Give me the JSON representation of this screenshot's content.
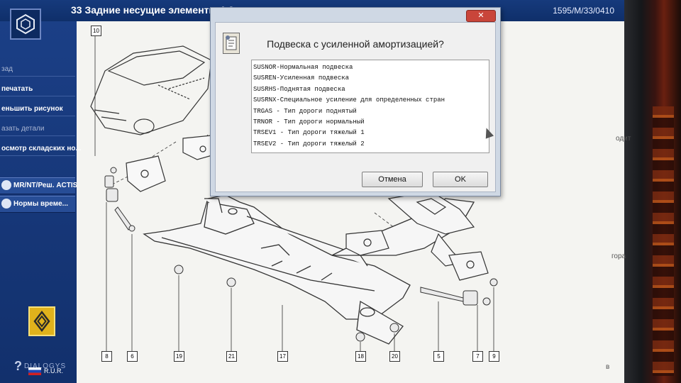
{
  "window": {
    "title": "33 Задние несущие элементы 1.2",
    "document_code": "1595/M/33/0410"
  },
  "sidebar": {
    "items": [
      {
        "label": "зад",
        "dim": true
      },
      {
        "label": "печатать",
        "dim": false
      },
      {
        "label": "еньшить рисунок",
        "dim": false
      },
      {
        "label": "азать детали",
        "dim": true
      },
      {
        "label": "осмотр складских но...",
        "dim": false
      }
    ],
    "buttons": [
      {
        "label": "MR/NT/Реш. ACTIS"
      },
      {
        "label": "Нормы време..."
      }
    ],
    "brand_text": "DIALOGYS",
    "language": "R.U.R."
  },
  "diagram": {
    "callouts": [
      "10",
      "8",
      "6",
      "19",
      "21",
      "17",
      "18",
      "20",
      "5",
      "7",
      "9"
    ]
  },
  "right_panel": {
    "fragment_1": "одит",
    "fragment_2": "гора",
    "fragment_3": "в"
  },
  "dialog": {
    "close_label": "✕",
    "title": "Подвеска с усиленной амортизацией?",
    "options": [
      "SUSNOR-Нормальная подвеска",
      "SUSREN-Усиленная подвеска",
      "SUSRHS-Поднятая подвеска",
      "SUSRNX-Специальное усиление для определенных стран",
      "TRGAS - Тип дороги поднятый",
      "TRNOR - Тип дороги нормальный",
      "TRSEV1 - Тип дороги тяжелый 1",
      "TRSEV2 - Тип дороги тяжелый 2"
    ],
    "cancel_label": "Отмена",
    "ok_label": "OK"
  },
  "colors": {
    "title_bar": "#163a7c",
    "sidebar": "#1b3f86",
    "dialog_frame": "#cfd8e4",
    "close_button": "#c9453a",
    "renault_yellow": "#e0b21c"
  }
}
